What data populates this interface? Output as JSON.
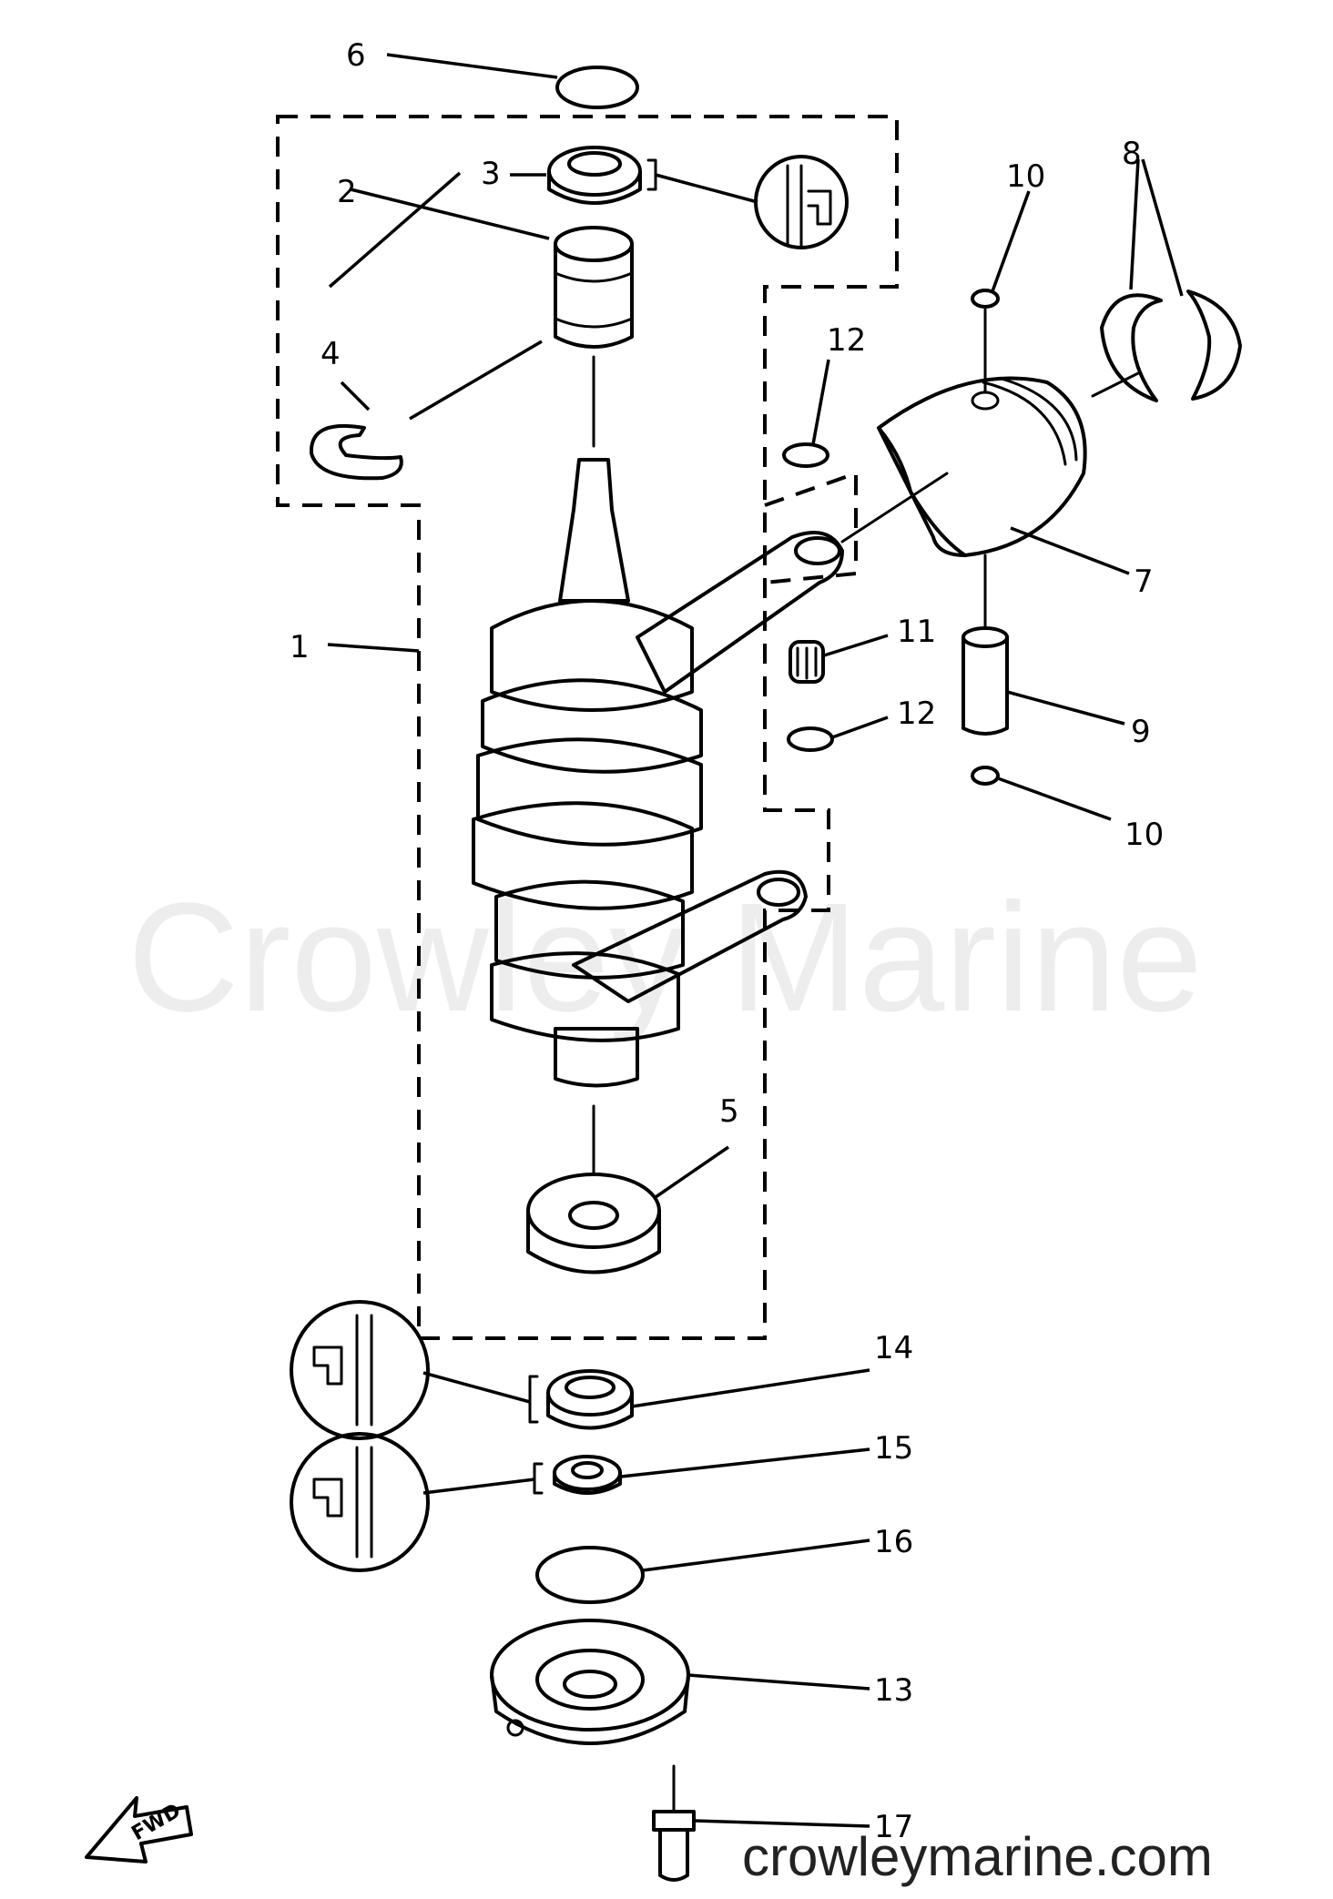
{
  "watermark": "Crowley Marine",
  "site_label": "crowleymarine.com",
  "direction_label": "FWD",
  "callouts": [
    "6",
    "3",
    "2",
    "4",
    "1",
    "5",
    "14",
    "15",
    "16",
    "13",
    "17",
    "8",
    "10",
    "12",
    "11",
    "12",
    "9",
    "10",
    "7"
  ]
}
